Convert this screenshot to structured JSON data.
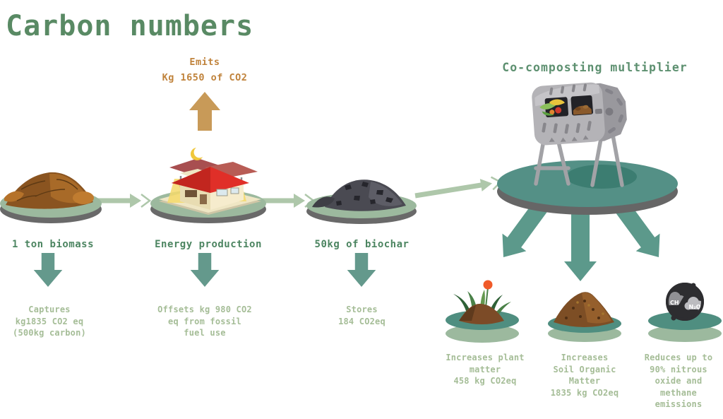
{
  "title": "Carbon numbers",
  "stages": {
    "biomass": {
      "label": "1 ton biomass",
      "detail": "Captures\nkg1835 CO2 eq\n(500kg carbon)"
    },
    "energy": {
      "label": "Energy production",
      "emits": "Emits\nKg 1650 of CO2",
      "detail": "Offsets kg 980 CO2\neq from fossil\nfuel use"
    },
    "biochar": {
      "label": "50kg of biochar",
      "detail": "Stores\n184 CO2eq"
    }
  },
  "multiplier": {
    "title": "Co-composting multiplier",
    "outcomes": [
      {
        "name": "plant-matter",
        "text": "Increases plant\nmatter\n458 kg CO2eq"
      },
      {
        "name": "soil-organic-matter",
        "text": "Increases\nSoil Organic\nMatter\n1835 kg CO2eq"
      },
      {
        "name": "emission-reduction",
        "text": "Reduces up to\n90% nitrous\noxide and\nmethane\nemissions"
      }
    ],
    "gases": {
      "ch4": "CH₄",
      "n2o": "N₂O"
    }
  },
  "colors": {
    "title_green": "#598a64",
    "label_green": "#4c8561",
    "detail_sage": "#a5bd97",
    "emit_orange": "#c0833c",
    "arrow_tan": "#c89a58",
    "arrow_teal": "#64998c",
    "arrow_light_sage": "#aec7aa",
    "platter_sage": "#9cb99e",
    "platter_gray": "#696969",
    "disc_teal": "#549086",
    "disc_shadow": "#3c7d71"
  }
}
